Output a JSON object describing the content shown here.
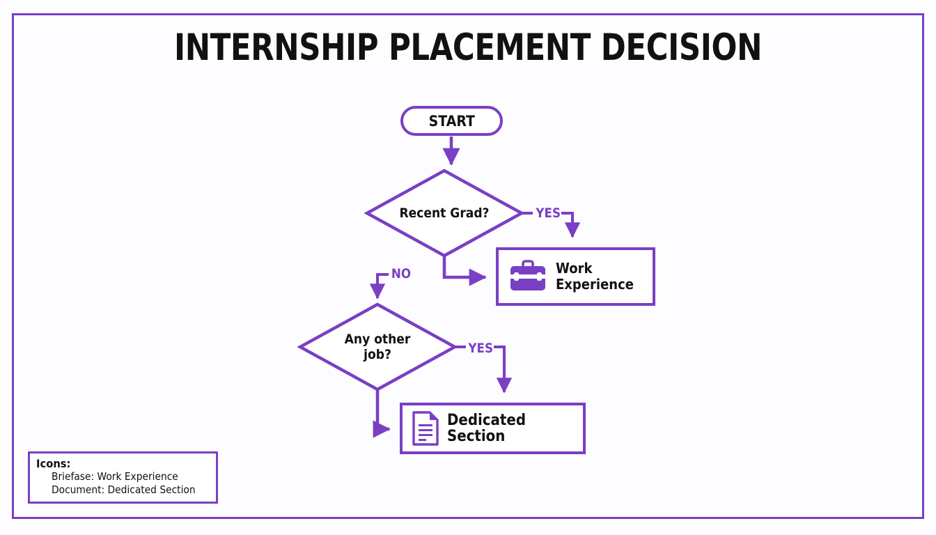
{
  "page": {
    "title": "INTERNSHIP PLACEMENT DECISION",
    "background_color": "#fdfdff",
    "frame_color": "#7a3fc4",
    "accent_color": "#7a3fc4",
    "text_color": "#111111"
  },
  "flowchart": {
    "start": {
      "label": "START",
      "shape": "rounded-pill"
    },
    "decisions": [
      {
        "id": "recent-grad",
        "label": "Recent Grad?",
        "shape": "diamond",
        "yes_label": "YES",
        "no_label": "NO"
      },
      {
        "id": "any-other-job",
        "label": "Any other job?",
        "label_lines": [
          "Any other",
          "job?"
        ],
        "shape": "diamond",
        "yes_label": "YES",
        "no_label": ""
      }
    ],
    "outcomes": [
      {
        "id": "work-experience",
        "label": "Work Experience",
        "label_lines": [
          "Work",
          "Experience"
        ],
        "icon": "briefcase-icon",
        "icon_style": "filled",
        "shape": "rectangle"
      },
      {
        "id": "dedicated-section",
        "label": "Dedicated Section",
        "label_lines": [
          "Dedicated Section"
        ],
        "icon": "document-icon",
        "icon_style": "outline",
        "shape": "rectangle"
      }
    ]
  },
  "legend": {
    "title": "Icons:",
    "entries": [
      "Briefase: Work Experience",
      "Document: Dedicated Section"
    ]
  }
}
